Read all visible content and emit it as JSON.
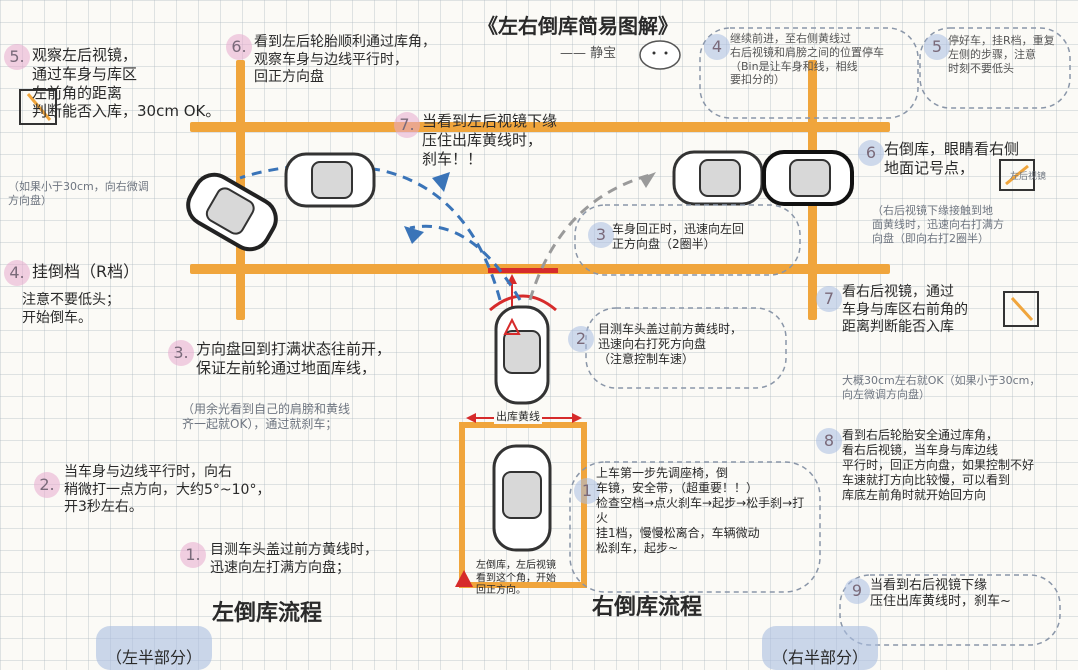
{
  "title": "《左右倒库简易图解》",
  "author": "—— 静宝",
  "left_part": {
    "tag": "（左半部分）",
    "heading": "左倒库流程",
    "steps": [
      {
        "num": "1.",
        "text": "目测车头盖过前方黄线时，\n迅速向左打满方向盘；"
      },
      {
        "num": "2.",
        "text": "当车身与边线平行时，向右\n稍微打一点方向，大约5°~10°，\n开3秒左右。"
      },
      {
        "num": "3.",
        "text": "方向盘回到打满状态往前开，\n保证左前轮通过地面库线，",
        "note": "（用余光看到自己的肩膀和黄线\n齐一起就OK），通过就刹车；"
      },
      {
        "num": "4.",
        "text": "挂倒档（R档）",
        "note": "注意不要低头；\n开始倒车。"
      },
      {
        "num": "5.",
        "text": "观察左后视镜，\n通过车身与库区\n左前角的距离\n判断能否入库，30cm OK。",
        "note": "（如果小于30cm，向右微调\n方向盘）"
      },
      {
        "num": "6.",
        "text": "看到左后轮胎顺利通过库角，\n观察车身与边线平行时，\n回正方向盘"
      },
      {
        "num": "7.",
        "text": "当看到左后视镜下缘\n压住出库黄线时，\n刹车！！"
      }
    ]
  },
  "right_part": {
    "tag": "（右半部分）",
    "heading": "右倒库流程",
    "steps": [
      {
        "num": "1",
        "text": "上车第一步先调座椅，倒\n车镜，安全带，（超重要！！）\n检查空档→点火刹车→起步→松手刹→打火\n挂1档，慢慢松离合，车辆微动\n松刹车，起步~"
      },
      {
        "num": "2",
        "text": "目测车头盖过前方黄线时，\n迅速向右打死方向盘\n（注意控制车速）"
      },
      {
        "num": "3",
        "text": "车身回正时，迅速向左回\n正方向盘（2圈半）"
      },
      {
        "num": "4",
        "text": "继续前进，至右侧黄线过\n右后视镜和肩膀之间的位置停车\n（Bin是让车身和线，相线\n要扣分的）"
      },
      {
        "num": "5",
        "text": "停好车，挂R档，重复\n左侧的步骤，注意\n时刻不要低头"
      },
      {
        "num": "6",
        "text": "右倒库，眼睛看右侧\n地面记号点，",
        "note": "（右后视镜下缘接触到地\n面黄线时，迅速向右打满方\n向盘（即向右打2圈半）"
      },
      {
        "num": "7",
        "text": "看右后视镜，通过\n车身与库区右前角的\n距离判断能否入库",
        "note": "大概30cm左右就OK（如果小于30cm，\n向左微调方向盘）"
      },
      {
        "num": "8",
        "text": "看到右后轮胎安全通过库角，\n看右后视镜，当车身与库边线\n平行时，回正方向盘，如果控制不好\n车速就打方向比较慢，可以看到\n库底左前角时就开始回方向"
      },
      {
        "num": "9",
        "text": "当看到右后视镜下缘\n压住出库黄线时，刹车~"
      }
    ]
  },
  "labels": {
    "exit_line": "出库黄线",
    "warning_note": "左倒库，左后视镜\n看到这个角，开始\n回正方向。",
    "mirror_label": "左后视镜"
  },
  "colors": {
    "road": "#f0a53c",
    "arrow": "#3a74b8",
    "arrow_gray": "#9a9a9a",
    "red": "#d62b2b",
    "pink_badge": "#e8aacd",
    "blue_badge": "#aabee1"
  }
}
